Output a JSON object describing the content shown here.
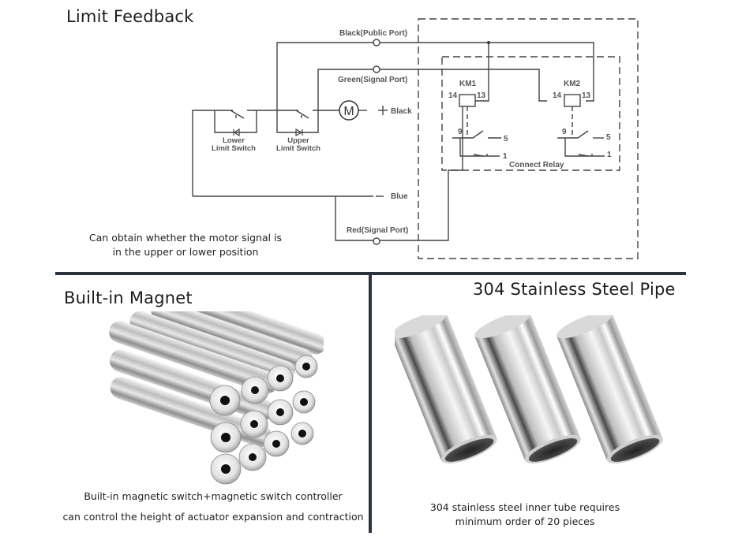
{
  "sections": {
    "limit_feedback": {
      "title": "Limit Feedback",
      "caption_lines": [
        "Can obtain whether the motor signal is",
        "in the upper or lower position"
      ],
      "diagram": {
        "wire_labels": {
          "black_public": "Black(Public Port)",
          "green_signal": "Green(Signal Port)",
          "black_plus": "Black",
          "plus_sign": "+",
          "blue": "Blue",
          "red_signal": "Red(Signal Port)"
        },
        "motor_label": "M",
        "switches": {
          "lower": [
            "Lower",
            "Limit Switch"
          ],
          "upper": [
            "Upper",
            "Limit Switch"
          ]
        },
        "relays": [
          {
            "name": "KM1",
            "pin_left": "14",
            "pin_right": "13",
            "contact_common": "9",
            "contact_no": "5",
            "contact_nc": "1"
          },
          {
            "name": "KM2",
            "pin_left": "14",
            "pin_right": "13",
            "contact_common": "9",
            "contact_no": "5",
            "contact_nc": "1"
          }
        ],
        "relay_box_label": "Connect Relay"
      }
    },
    "magnet": {
      "title": "Built-in Magnet",
      "caption_lines": [
        "Built-in magnetic switch+magnetic switch controller",
        "can control the height of actuator expansion and contraction"
      ],
      "image_description": "stack of ring magnets"
    },
    "pipe": {
      "title": "304 Stainless Steel Pipe",
      "caption_lines": [
        "304 stainless steel inner tube requires",
        "minimum order of 20 pieces"
      ],
      "image_description": "three stainless steel pipes"
    }
  },
  "colors": {
    "divider": "#2c333d",
    "wire": "#444444",
    "text": "#1c1c1c"
  }
}
